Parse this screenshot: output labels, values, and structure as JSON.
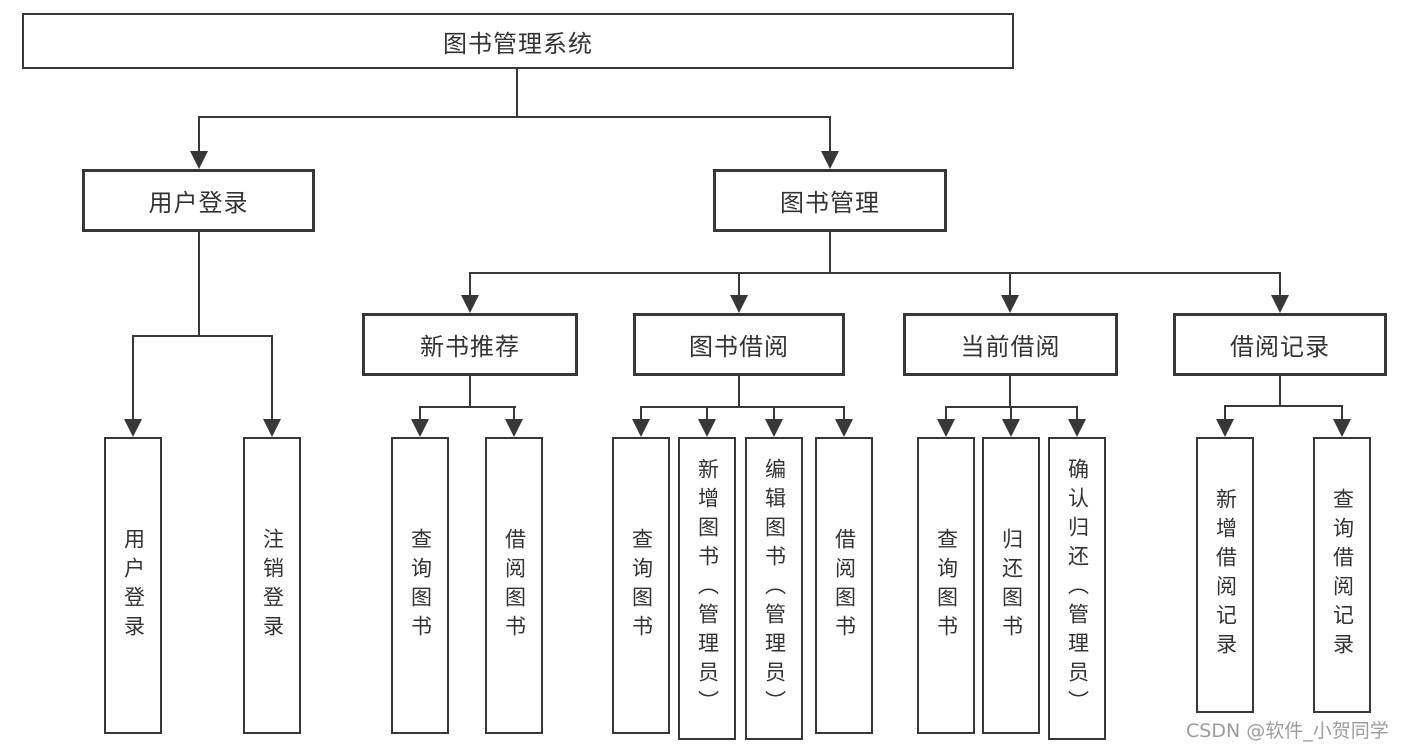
{
  "tree": {
    "label": "图书管理系统",
    "children": [
      {
        "label": "用户登录",
        "children": [
          {
            "label": "用户登录"
          },
          {
            "label": "注销登录"
          }
        ]
      },
      {
        "label": "图书管理",
        "children": [
          {
            "label": "新书推荐",
            "children": [
              {
                "label": "查询图书"
              },
              {
                "label": "借阅图书"
              }
            ]
          },
          {
            "label": "图书借阅",
            "children": [
              {
                "label": "查询图书"
              },
              {
                "label": "新增图书（管理员）"
              },
              {
                "label": "编辑图书（管理员）"
              },
              {
                "label": "借阅图书"
              }
            ]
          },
          {
            "label": "当前借阅",
            "children": [
              {
                "label": "查询图书"
              },
              {
                "label": "归还图书"
              },
              {
                "label": "确认归还（管理员）"
              }
            ]
          },
          {
            "label": "借阅记录",
            "children": [
              {
                "label": "新增借阅记录"
              },
              {
                "label": "查询借阅记录"
              }
            ]
          }
        ]
      }
    ]
  },
  "watermark": "CSDN @软件_小贺同学",
  "colors": {
    "line": "#373737",
    "text": "#333333",
    "watermark": "#9c9c9c"
  }
}
